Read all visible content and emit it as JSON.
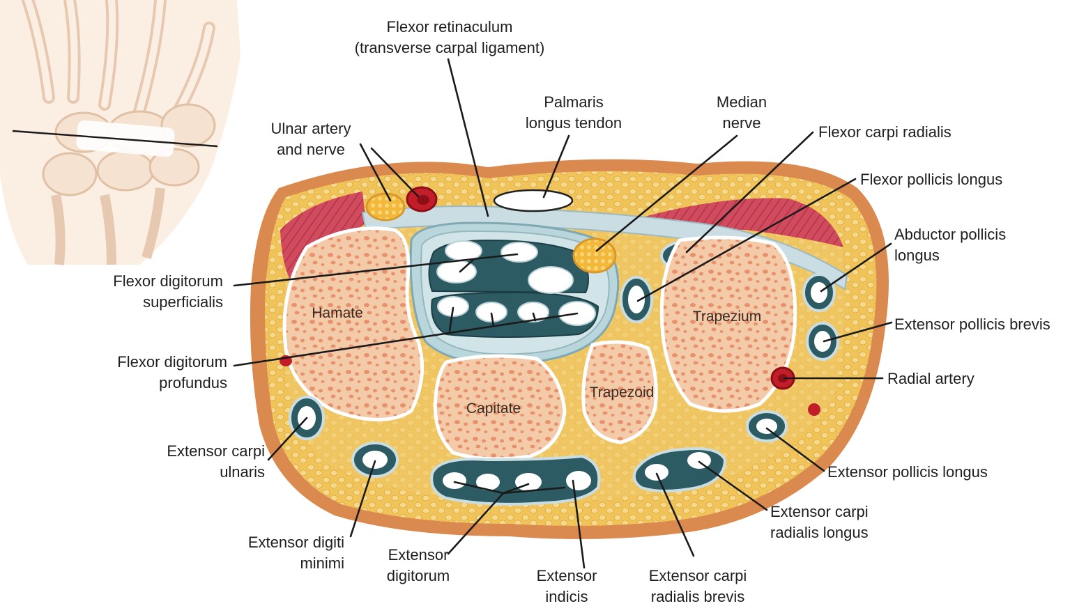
{
  "labels": {
    "flexor_retinaculum_1": "Flexor retinaculum",
    "flexor_retinaculum_2": "(transverse carpal ligament)",
    "palmaris_1": "Palmaris",
    "palmaris_2": "longus tendon",
    "median_1": "Median",
    "median_2": "nerve",
    "ulnar_1": "Ulnar artery",
    "ulnar_2": "and nerve",
    "fcr": "Flexor carpi radialis",
    "fpl": "Flexor pollicis longus",
    "apl_1": "Abductor pollicis",
    "apl_2": "longus",
    "fds_1": "Flexor digitorum",
    "fds_2": "superficialis",
    "epb": "Extensor pollicis brevis",
    "radial_artery": "Radial artery",
    "fdp_1": "Flexor digitorum",
    "fdp_2": "profundus",
    "ecu_1": "Extensor carpi",
    "ecu_2": "ulnaris",
    "epl": "Extensor pollicis longus",
    "ecrl_1": "Extensor carpi",
    "ecrl_2": "radialis longus",
    "edm_1": "Extensor digiti",
    "edm_2": "minimi",
    "ed_1": "Extensor",
    "ed_2": "digitorum",
    "ei_1": "Extensor",
    "ei_2": "indicis",
    "ecrb_1": "Extensor carpi",
    "ecrb_2": "radialis brevis"
  },
  "bones": {
    "hamate": "Hamate",
    "trapezium": "Trapezium",
    "capitate": "Capitate",
    "trapezoid": "Trapezoid"
  },
  "colors": {
    "skin": "#d98a4e",
    "fat": "#f2c75c",
    "bone": "#f3c6a2",
    "tendon_sheath": "#2f5f66",
    "retinaculum": "#c9dde3",
    "muscle": "#c8485a",
    "artery": "#c21e2a",
    "nerve": "#f0b63a"
  }
}
